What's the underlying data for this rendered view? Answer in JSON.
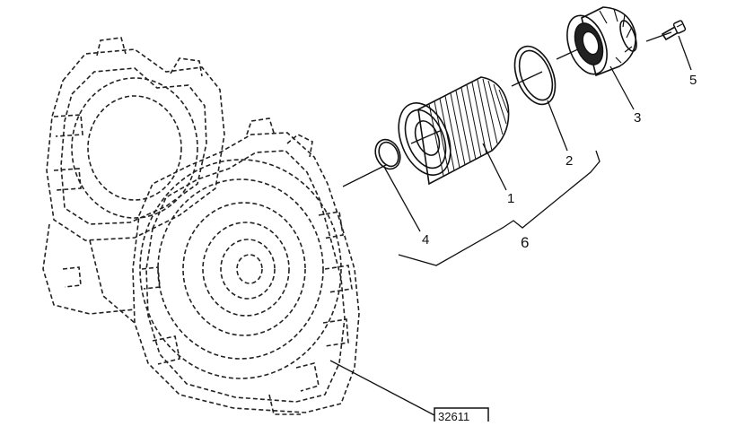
{
  "callouts": {
    "filter_element": "1",
    "o_ring_large": "2",
    "cover": "3",
    "o_ring_small": "4",
    "screw": "5",
    "kit": "6"
  },
  "reference_box": "32611",
  "colors": {
    "line": "#111111",
    "background": "#ffffff"
  }
}
